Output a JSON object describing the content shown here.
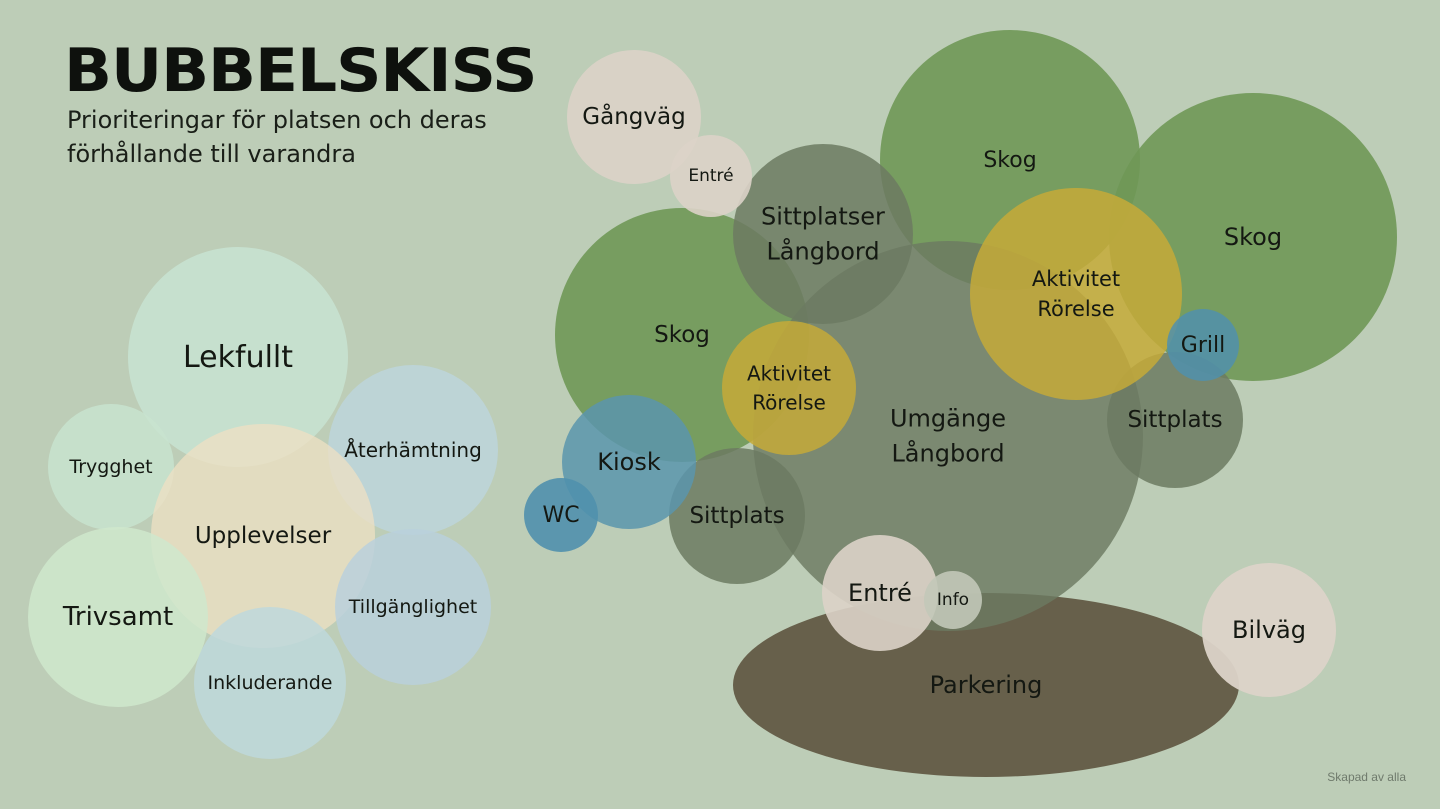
{
  "title": "BUBBELSKISS",
  "subtitle": "Prioriteringar för platsen och deras förhållande till varandra",
  "footer": "Skapad av alla",
  "left_cluster": [
    {
      "label": "Lekfullt",
      "fill": "#c8e3d2"
    },
    {
      "label": "Återhämtning",
      "fill": "#bdd5dc"
    },
    {
      "label": "Trygghet",
      "fill": "#c8e3cf"
    },
    {
      "label": "Upplevelser",
      "fill": "#efe0c3"
    },
    {
      "label": "Trivsamt",
      "fill": "#cfe7cc"
    },
    {
      "label": "Tillgänglighet",
      "fill": "#bad0dc"
    },
    {
      "label": "Inkluderande",
      "fill": "#bed8dc"
    }
  ],
  "right_cluster": [
    {
      "label": "Parkering",
      "fill": "#625a44"
    },
    {
      "label": "Bilväg",
      "fill": "#dcd3c8"
    },
    {
      "label": "Skog",
      "fill": "#6f9856"
    },
    {
      "label": "Skog",
      "fill": "#6f9856"
    },
    {
      "label": "Skog",
      "fill": "#6f9856"
    },
    {
      "label": "Umgänge\nLångbord",
      "fill": "#6c7a62"
    },
    {
      "label": "Sittplatser\nLångbord",
      "fill": "#6c7a62"
    },
    {
      "label": "Sittplats",
      "fill": "#6c7a62"
    },
    {
      "label": "Sittplats",
      "fill": "#6c7a62"
    },
    {
      "label": "Aktivitet\nRörelse",
      "fill": "#c6aa38"
    },
    {
      "label": "Aktivitet\nRörelse",
      "fill": "#c6aa38"
    },
    {
      "label": "Kiosk",
      "fill": "#5a95ad"
    },
    {
      "label": "WC",
      "fill": "#5090ad"
    },
    {
      "label": "Grill",
      "fill": "#5090ad"
    },
    {
      "label": "Gångväg",
      "fill": "#dcd3c8"
    },
    {
      "label": "Entré",
      "fill": "#dcd3c8"
    },
    {
      "label": "Entré",
      "fill": "#dcd3c8"
    },
    {
      "label": "Info",
      "fill": "#c2c8b8"
    }
  ]
}
